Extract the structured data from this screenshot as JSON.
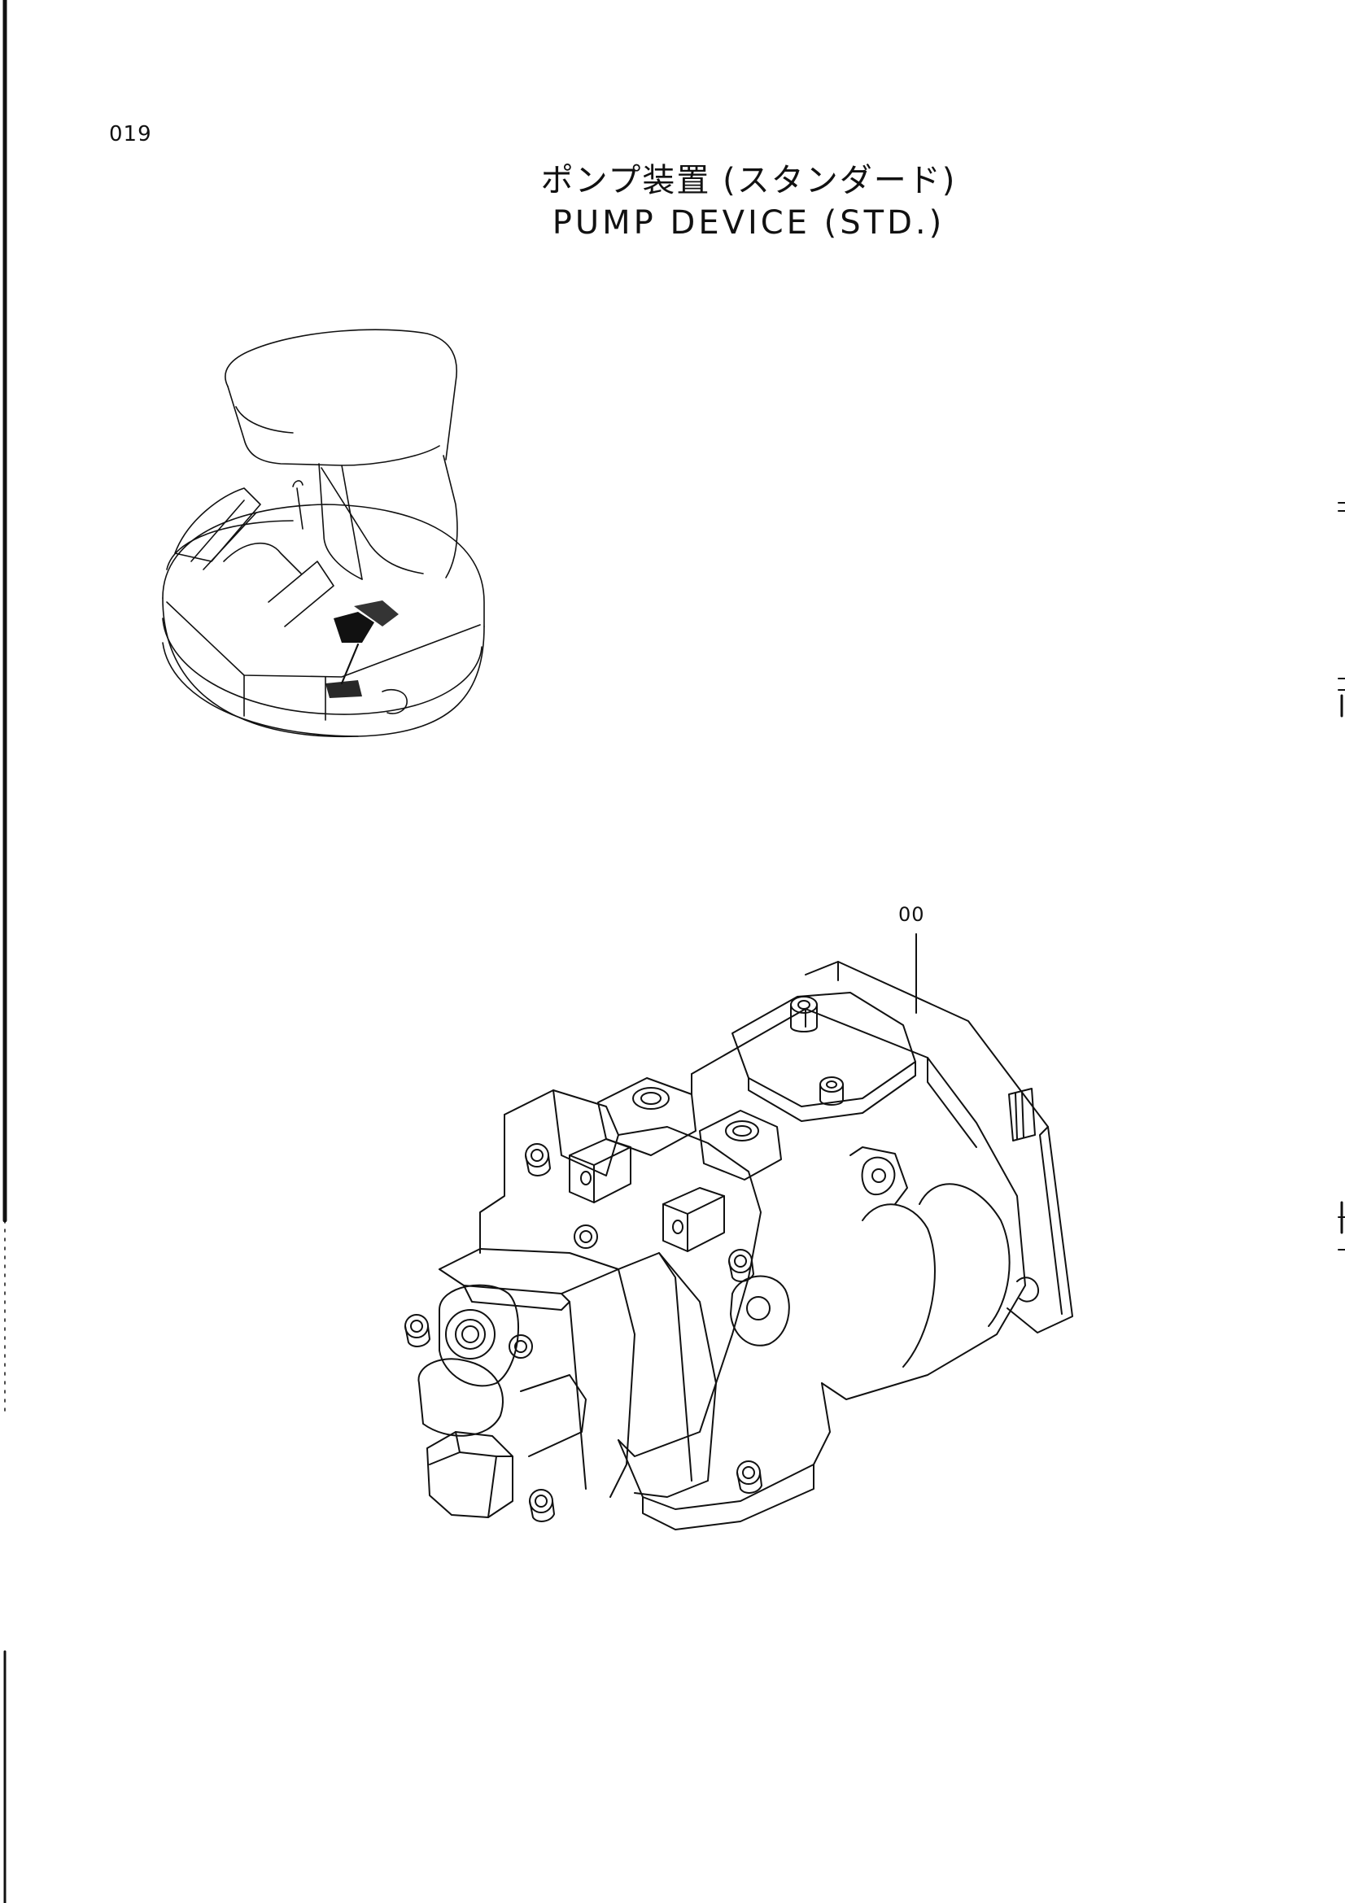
{
  "page": {
    "number": "019"
  },
  "title": {
    "japanese": "ポンプ装置 (スタンダード)",
    "english": "PUMP  DEVICE  (STD.)"
  },
  "callouts": [
    {
      "label": "00"
    }
  ],
  "colors": {
    "ink": "#111111",
    "paper": "#ffffff"
  }
}
